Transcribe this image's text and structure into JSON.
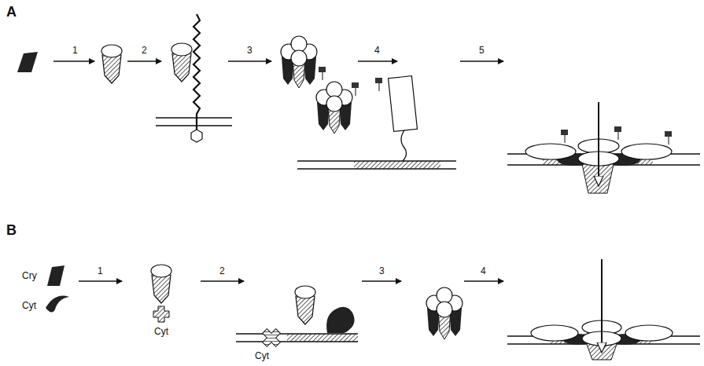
{
  "diagram": {
    "labels": [
      "A",
      "1",
      "2",
      "3",
      "4",
      "5",
      "B",
      "Cry",
      "Cyt",
      "1",
      "Cyt",
      "2",
      "Cyt",
      "3",
      "4"
    ]
  }
}
